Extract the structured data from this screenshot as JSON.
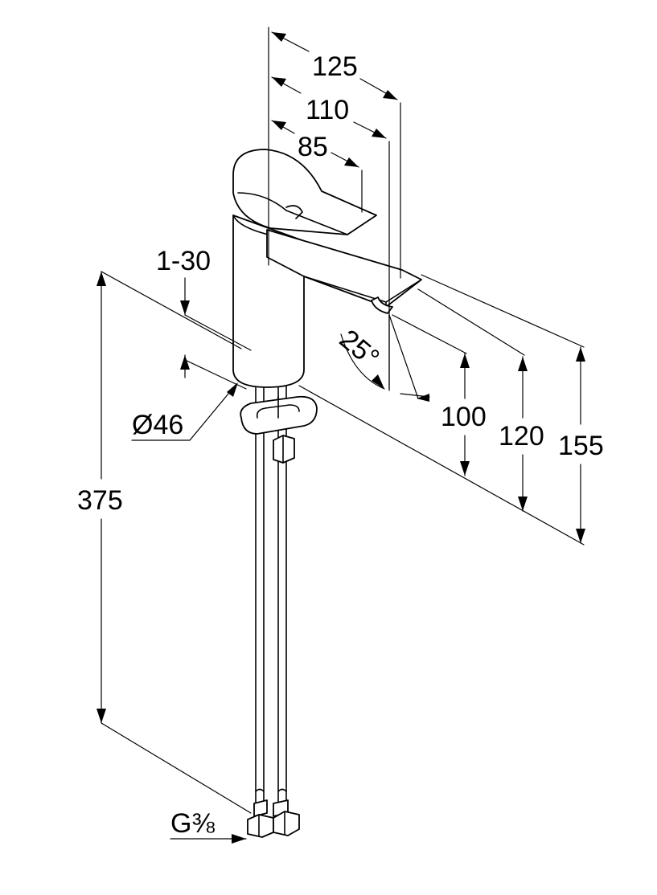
{
  "dimensions": {
    "d125": "125",
    "d110": "110",
    "d85": "85",
    "d1_30": "1-30",
    "d25": "25°",
    "d46": "Ø46",
    "d100": "100",
    "d120": "120",
    "d155": "155",
    "d375": "375",
    "thread": "G⅜"
  }
}
